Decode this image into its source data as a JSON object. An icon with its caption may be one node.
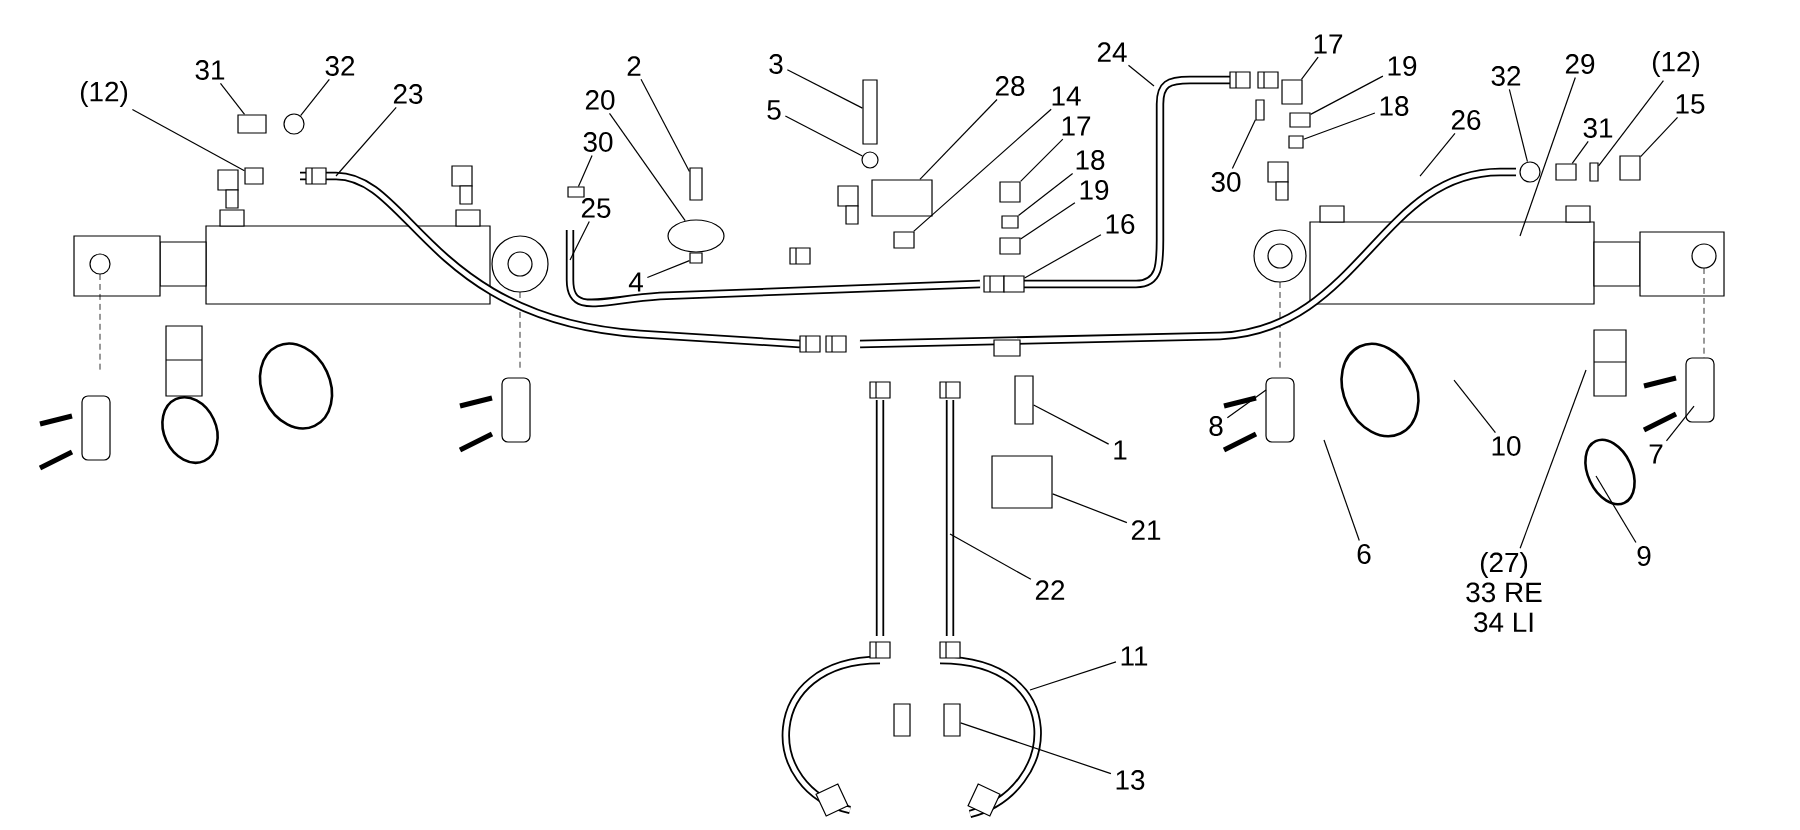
{
  "diagram": {
    "nodes": [
      {
        "text": [
          "(12)"
        ]
      },
      {
        "text": [
          "31"
        ]
      },
      {
        "text": [
          "32"
        ]
      },
      {
        "text": [
          "23"
        ]
      },
      {
        "text": [
          "20"
        ]
      },
      {
        "text": [
          "2"
        ]
      },
      {
        "text": [
          "30"
        ]
      },
      {
        "text": [
          "25"
        ]
      },
      {
        "text": [
          "4"
        ]
      },
      {
        "text": [
          "3"
        ]
      },
      {
        "text": [
          "5"
        ]
      },
      {
        "text": [
          "28"
        ]
      },
      {
        "text": [
          "14"
        ]
      },
      {
        "text": [
          "17"
        ]
      },
      {
        "text": [
          "18"
        ]
      },
      {
        "text": [
          "19"
        ]
      },
      {
        "text": [
          "16"
        ]
      },
      {
        "text": [
          "24"
        ]
      },
      {
        "text": [
          "17"
        ]
      },
      {
        "text": [
          "19"
        ]
      },
      {
        "text": [
          "18"
        ]
      },
      {
        "text": [
          "30"
        ]
      },
      {
        "text": [
          "26"
        ]
      },
      {
        "text": [
          "32"
        ]
      },
      {
        "text": [
          "29"
        ]
      },
      {
        "text": [
          "31"
        ]
      },
      {
        "text": [
          "(12)"
        ]
      },
      {
        "text": [
          "15"
        ]
      },
      {
        "text": [
          "1"
        ]
      },
      {
        "text": [
          "21"
        ]
      },
      {
        "text": [
          "22"
        ]
      },
      {
        "text": [
          "8"
        ]
      },
      {
        "text": [
          "6"
        ]
      },
      {
        "text": [
          "10"
        ]
      },
      {
        "text": [
          "(27)",
          "33 RE",
          "34 LI"
        ]
      },
      {
        "text": [
          "7"
        ]
      },
      {
        "text": [
          "9"
        ]
      },
      {
        "text": [
          "11"
        ]
      },
      {
        "text": [
          "13"
        ]
      },
      {
        "text": [],
        "shape": "box"
      },
      {
        "text": [],
        "shape": "box"
      },
      {
        "text": [],
        "shape": "circle"
      },
      {
        "text": [],
        "shape": "ellipse"
      },
      {
        "text": [],
        "shape": "box"
      },
      {
        "text": [],
        "shape": "box"
      },
      {
        "text": [],
        "shape": "box"
      },
      {
        "text": [],
        "shape": "box"
      },
      {
        "text": [],
        "shape": "circle"
      },
      {
        "text": [],
        "shape": "box"
      },
      {
        "text": [],
        "shape": "box"
      },
      {
        "text": [],
        "shape": "box"
      },
      {
        "text": [],
        "shape": "box"
      },
      {
        "text": [],
        "shape": "box"
      },
      {
        "text": [],
        "shape": "box"
      },
      {
        "text": [],
        "shape": "box"
      },
      {
        "text": [],
        "shape": "box"
      },
      {
        "text": [],
        "shape": "box"
      },
      {
        "text": [],
        "shape": "box"
      },
      {
        "text": [],
        "shape": "circle"
      },
      {
        "text": [],
        "shape": "box"
      },
      {
        "text": [],
        "shape": "box"
      },
      {
        "text": [],
        "shape": "box"
      },
      {
        "text": [],
        "shape": "box"
      },
      {
        "text": [],
        "shape": "box"
      },
      {
        "text": [],
        "shape": "box"
      }
    ],
    "edges": [
      {
        "from": 0,
        "to": 39,
        "arrow": "none"
      },
      {
        "from": 1,
        "to": 40,
        "arrow": "none"
      },
      {
        "from": 2,
        "to": 41,
        "arrow": "none"
      },
      {
        "from": 3,
        "to": null,
        "arrow": "none"
      },
      {
        "from": 4,
        "to": 42,
        "arrow": "none"
      },
      {
        "from": 5,
        "to": 43,
        "arrow": "none"
      },
      {
        "from": 6,
        "to": 44,
        "arrow": "none"
      },
      {
        "from": 7,
        "to": null,
        "arrow": "none"
      },
      {
        "from": 8,
        "to": 45,
        "arrow": "none"
      },
      {
        "from": 9,
        "to": 46,
        "arrow": "none"
      },
      {
        "from": 10,
        "to": 47,
        "arrow": "none"
      },
      {
        "from": 11,
        "to": 48,
        "arrow": "none"
      },
      {
        "from": 12,
        "to": 49,
        "arrow": "none"
      },
      {
        "from": 13,
        "to": 50,
        "arrow": "none"
      },
      {
        "from": 14,
        "to": 51,
        "arrow": "none"
      },
      {
        "from": 15,
        "to": 52,
        "arrow": "none"
      },
      {
        "from": 16,
        "to": 53,
        "arrow": "none"
      },
      {
        "from": 17,
        "to": null,
        "arrow": "none"
      },
      {
        "from": 18,
        "to": 54,
        "arrow": "none"
      },
      {
        "from": 19,
        "to": 55,
        "arrow": "none"
      },
      {
        "from": 20,
        "to": 56,
        "arrow": "none"
      },
      {
        "from": 21,
        "to": 57,
        "arrow": "none"
      },
      {
        "from": 22,
        "to": null,
        "arrow": "none"
      },
      {
        "from": 23,
        "to": 58,
        "arrow": "none"
      },
      {
        "from": 24,
        "to": null,
        "arrow": "none"
      },
      {
        "from": 25,
        "to": 59,
        "arrow": "none"
      },
      {
        "from": 26,
        "to": 60,
        "arrow": "none"
      },
      {
        "from": 27,
        "to": 61,
        "arrow": "none"
      },
      {
        "from": 28,
        "to": 62,
        "arrow": "none"
      },
      {
        "from": 29,
        "to": 63,
        "arrow": "none"
      },
      {
        "from": 30,
        "to": null,
        "arrow": "none"
      },
      {
        "from": 31,
        "to": null,
        "arrow": "none"
      },
      {
        "from": 32,
        "to": null,
        "arrow": "none"
      },
      {
        "from": 33,
        "to": null,
        "arrow": "none"
      },
      {
        "from": 34,
        "to": null,
        "arrow": "none"
      },
      {
        "from": 35,
        "to": null,
        "arrow": "none"
      },
      {
        "from": 36,
        "to": null,
        "arrow": "none"
      },
      {
        "from": 37,
        "to": null,
        "arrow": "none"
      },
      {
        "from": 38,
        "to": 64,
        "arrow": "none"
      }
    ]
  }
}
